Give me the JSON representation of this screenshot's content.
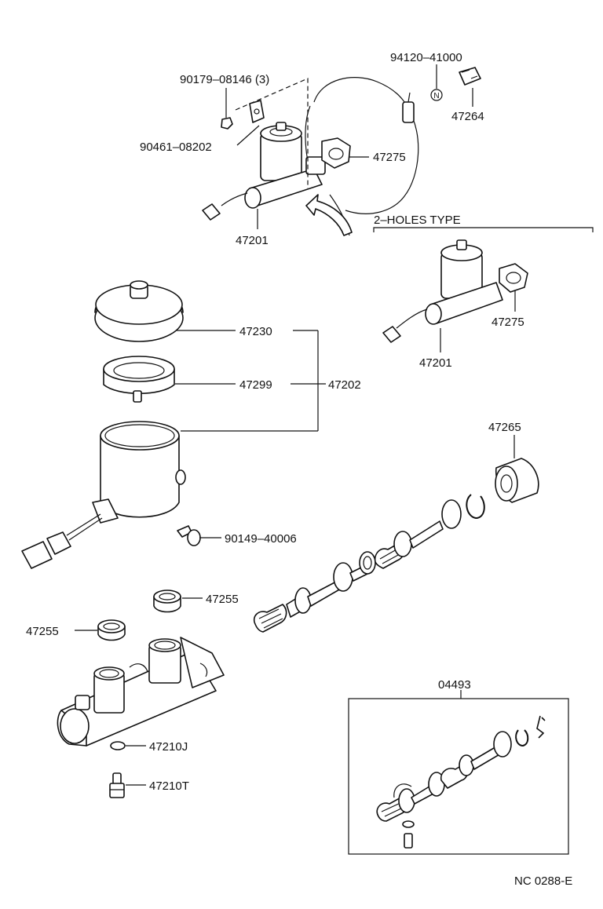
{
  "labels": {
    "p94120": "94120–41000",
    "p90179": "90179–08146 (3)",
    "p47264": "47264",
    "p90461": "90461–08202",
    "p47275_top": "47275",
    "p47201_top": "47201",
    "holes_type": "2–HOLES TYPE",
    "p47275_right": "47275",
    "p47201_right": "47201",
    "p47230": "47230",
    "p47299": "47299",
    "p47202": "47202",
    "p47265": "47265",
    "p90149": "90149–40006",
    "p47255_a": "47255",
    "p47255_b": "47255",
    "p47210J": "47210J",
    "p47210T": "47210T",
    "p04493": "04493",
    "new_part_mark": "N",
    "ref_code": "NC 0288-E"
  }
}
